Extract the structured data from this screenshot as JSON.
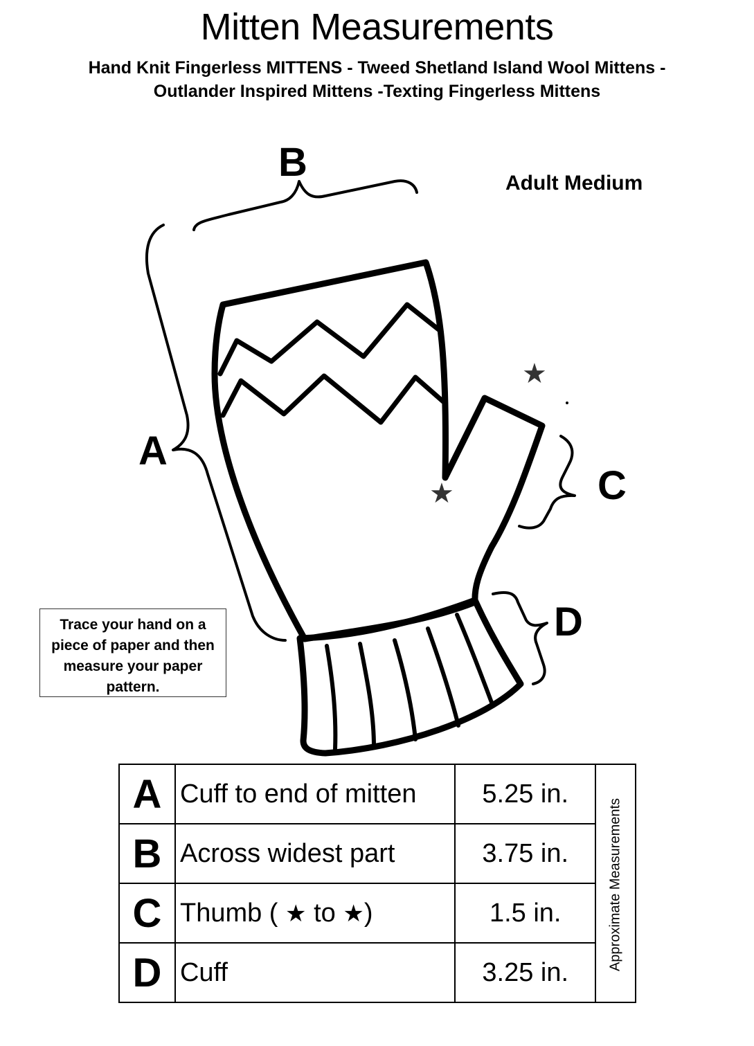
{
  "title": "Mitten Measurements",
  "subtitle_line1": "Hand Knit Fingerless MITTENS - Tweed Shetland Island Wool Mittens -",
  "subtitle_line2": "Outlander Inspired Mittens -Texting Fingerless Mittens",
  "size_label": "Adult Medium",
  "diagram_letters": {
    "a": "A",
    "b": "B",
    "c": "C",
    "d": "D"
  },
  "note": "Trace your hand on a piece of paper and then measure your paper pattern.",
  "star_glyph": "★",
  "table": {
    "side_label": "Approximate Measurements",
    "rows": [
      {
        "key": "A",
        "description": "Cuff to end of mitten",
        "value": "5.25 in."
      },
      {
        "key": "B",
        "description": "Across widest part",
        "value": "3.75 in."
      },
      {
        "key": "C",
        "description_before": "Thumb ( ",
        "description_mid": " to  ",
        "description_after": ")",
        "value": "1.5 in."
      },
      {
        "key": "D",
        "description": "Cuff",
        "value": "3.25 in."
      }
    ]
  }
}
